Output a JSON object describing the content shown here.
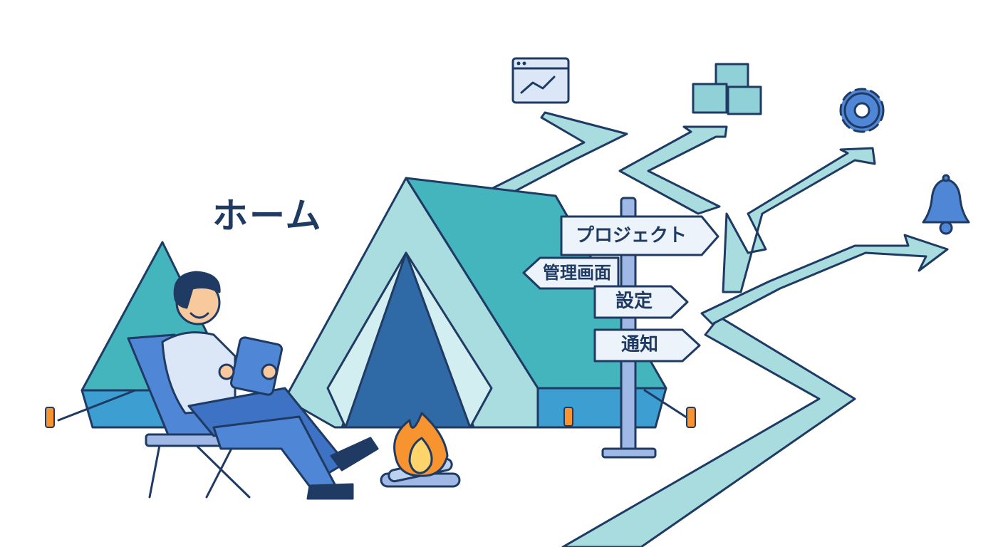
{
  "page": {
    "title": "ホーム"
  },
  "signpost": {
    "items": [
      {
        "label": "プロジェクト",
        "direction": "right"
      },
      {
        "label": "管理画面",
        "direction": "left"
      },
      {
        "label": "設定",
        "direction": "right"
      },
      {
        "label": "通知",
        "direction": "right"
      }
    ]
  },
  "destinations": [
    {
      "icon": "line-chart-window-icon"
    },
    {
      "icon": "cubes-icon"
    },
    {
      "icon": "gear-icon"
    },
    {
      "icon": "bell-icon"
    }
  ],
  "colors": {
    "outline": "#1f3b63",
    "tent_teal": "#45b5bd",
    "tent_light": "#a9dde0",
    "path_light": "#a8dcdf",
    "icon_blue": "#4f86d6",
    "sign_fill": "#edf3fb",
    "fire_orange": "#f7942f"
  }
}
